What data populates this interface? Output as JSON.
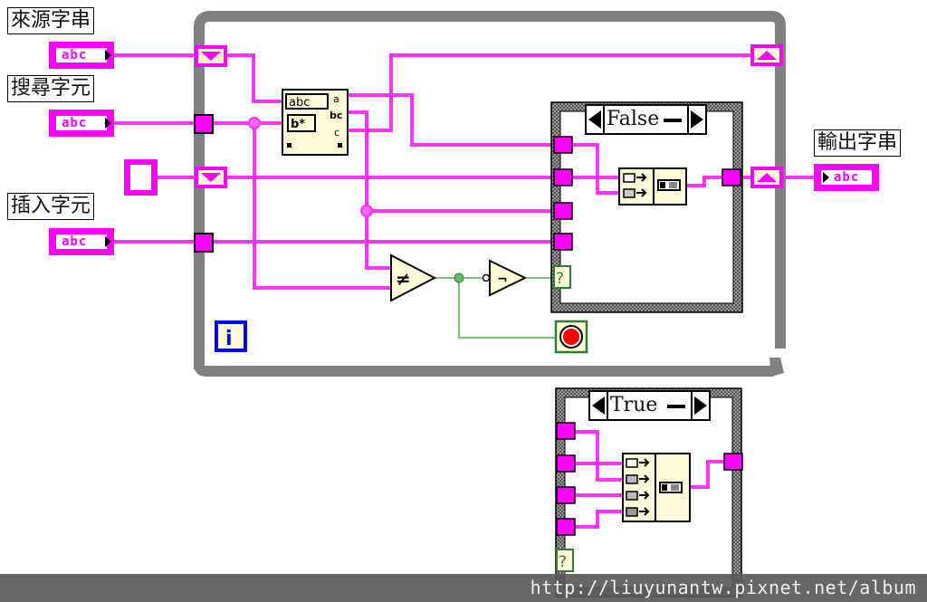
{
  "diagram": {
    "title": "LabVIEW block diagram: search and replace characters in a string (While Loop with Case Structure)",
    "controls": [
      {
        "id": "source-string",
        "label": "來源字串",
        "type_text": "abc",
        "kind": "string-control"
      },
      {
        "id": "search-char",
        "label": "搜尋字元",
        "type_text": "abc",
        "kind": "string-control"
      },
      {
        "id": "insert-char",
        "label": "插入字元",
        "type_text": "abc",
        "kind": "string-control"
      }
    ],
    "indicators": [
      {
        "id": "output-string",
        "label": "輸出字串",
        "type_text": "abc",
        "kind": "string-indicator"
      }
    ],
    "unlabeled_control": {
      "kind": "empty-string-constant"
    },
    "while_loop": {
      "iteration_terminal": "i",
      "stop_terminal": "stop-if-true"
    },
    "case_structures": [
      {
        "id": "case-false",
        "selector_value": "False",
        "function": "Concatenate Strings (2 inputs)"
      },
      {
        "id": "case-true",
        "selector_value": "True",
        "function": "Concatenate Strings (4 inputs)"
      }
    ],
    "case_selector_glyph": "?",
    "nodes": [
      {
        "id": "match-pattern",
        "name": "Match Pattern",
        "icon_text_top": "abc",
        "icon_text_bottom": "b*"
      },
      {
        "id": "not-equal",
        "name": "Not Equal?",
        "glyph": "≠"
      },
      {
        "id": "not",
        "name": "Not",
        "glyph": "¬"
      }
    ],
    "shift_registers": [
      "shift-register-source",
      "shift-register-output"
    ],
    "colors": {
      "string_wire": "#ff00ff",
      "boolean_wire": "#4caf50",
      "loop_border": "#808080",
      "node_fill": "#fffbd6",
      "stop_red": "#ff0000",
      "iteration_blue": "#0000ff"
    }
  },
  "watermark": "http://liuyunantw.pixnet.net/album"
}
